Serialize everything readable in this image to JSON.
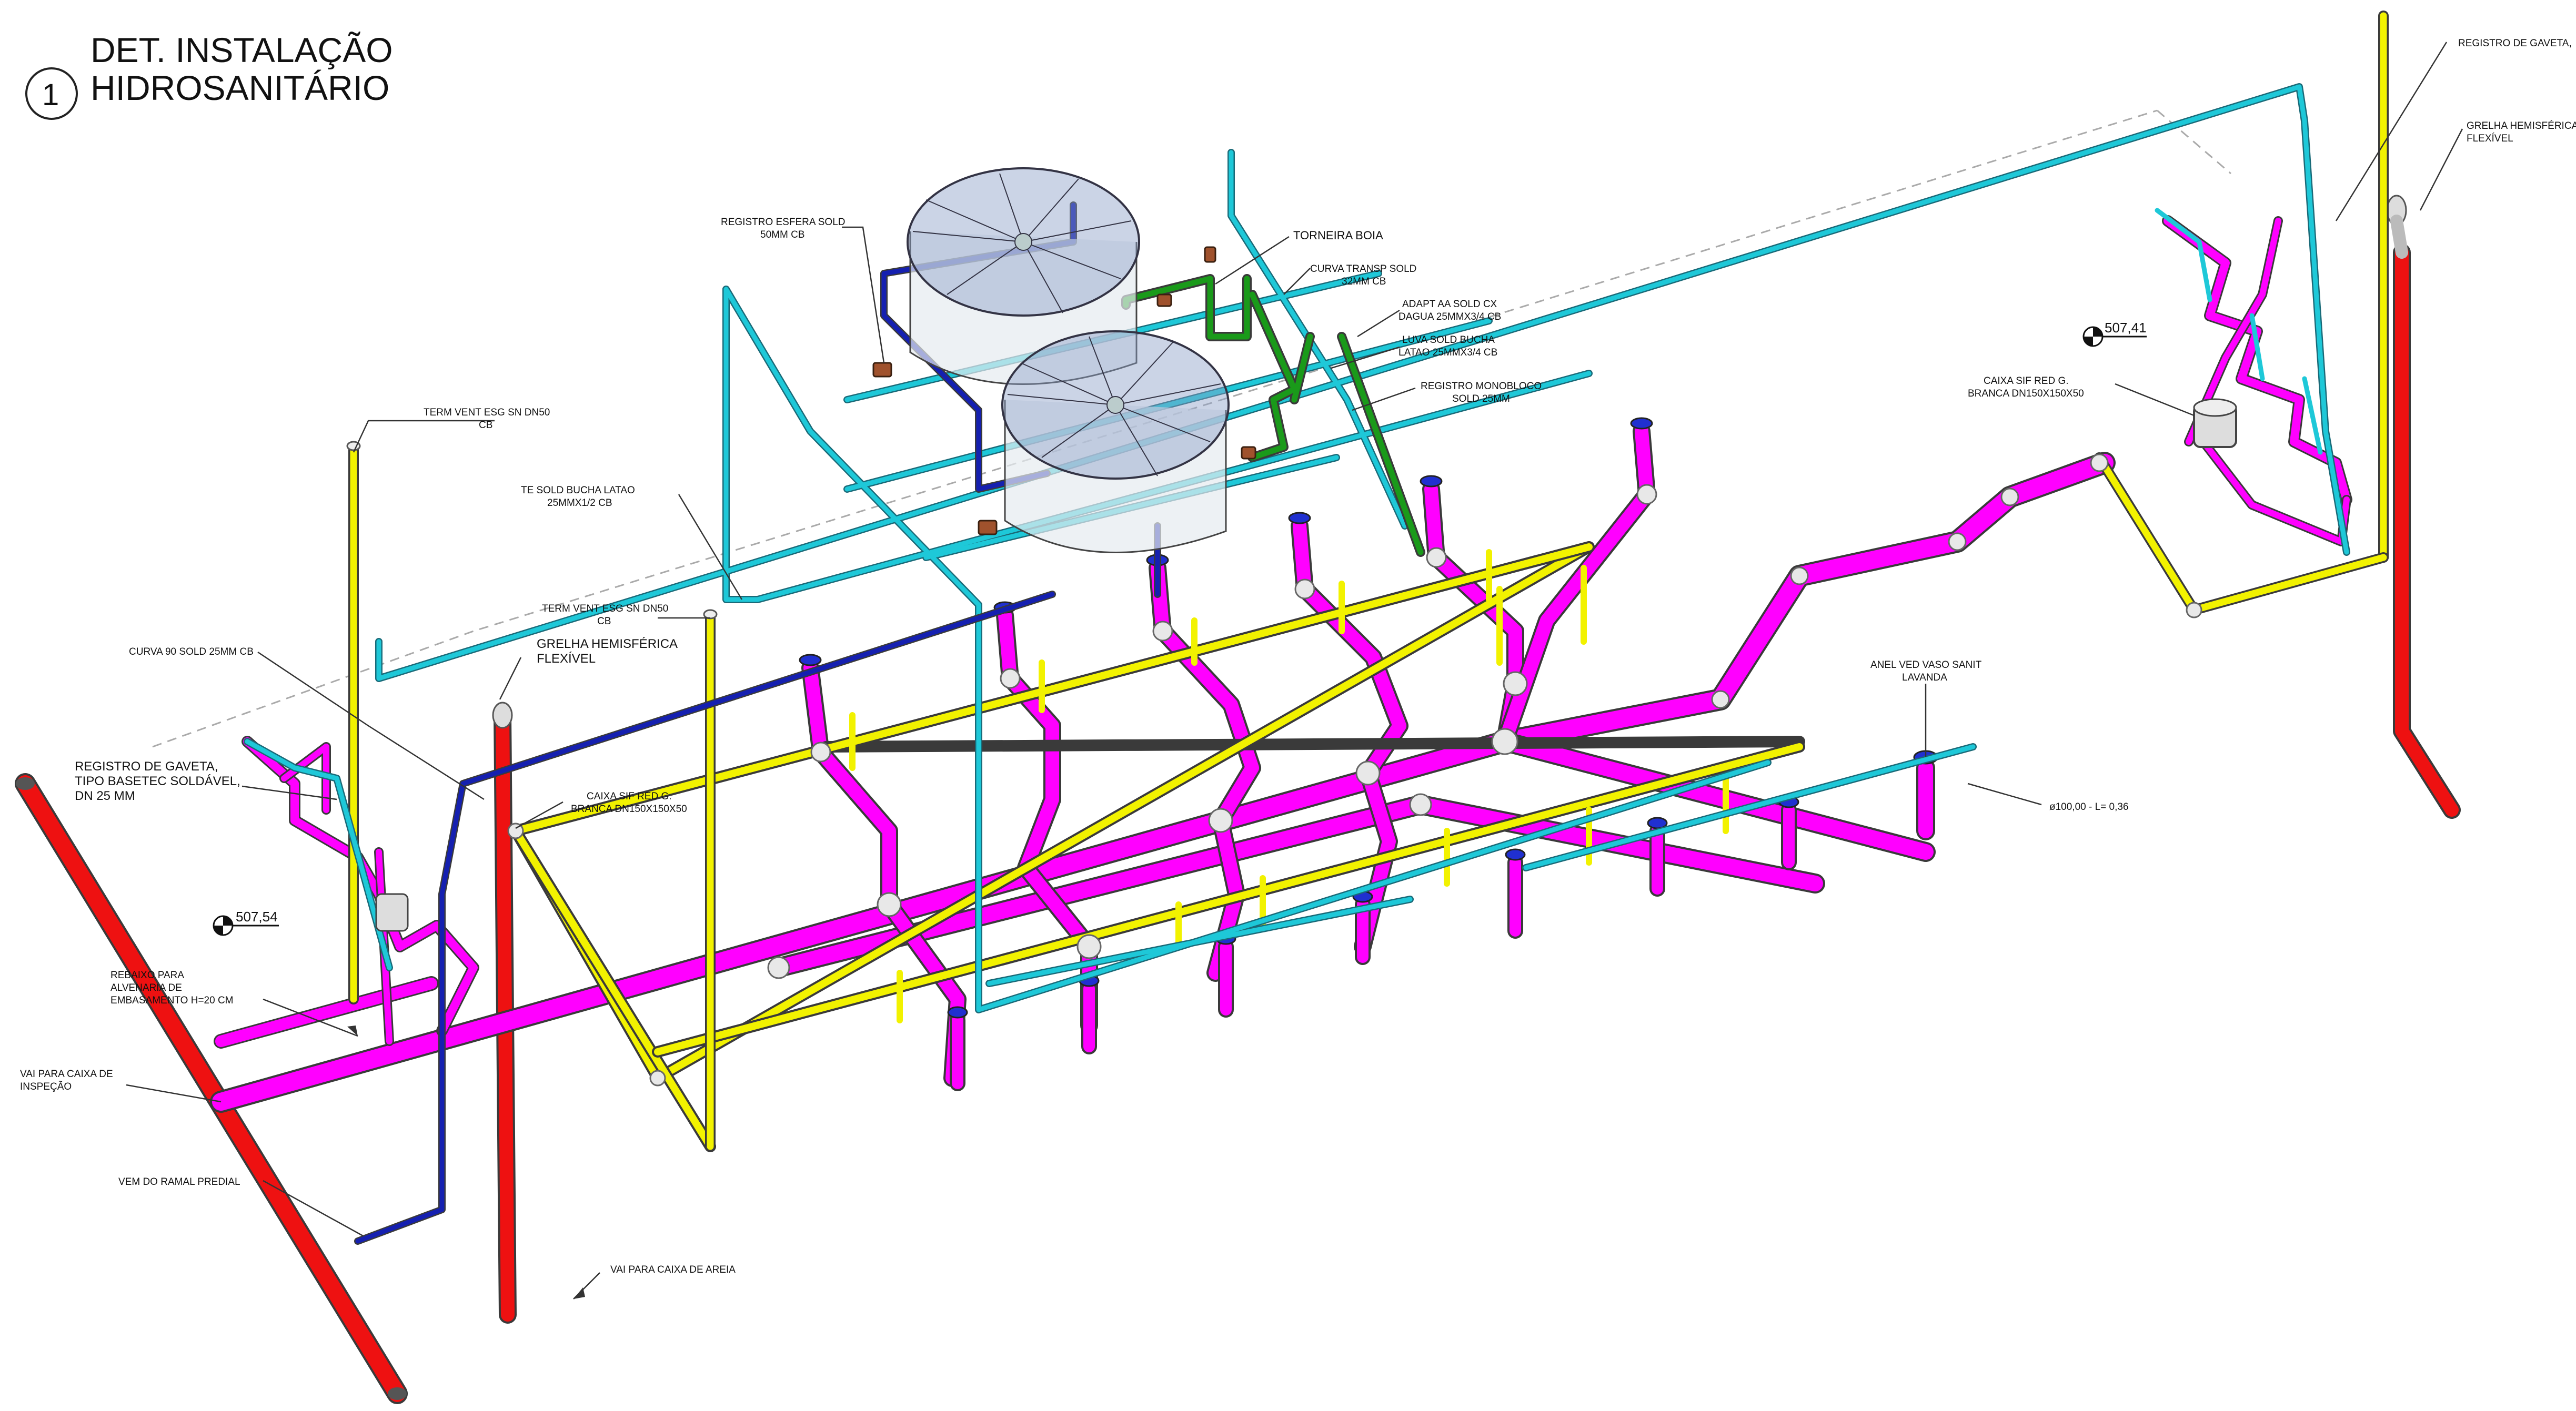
{
  "title": {
    "number": "1",
    "line1": "DET. INSTALAÇÃO",
    "line2": "HIDROSANITÁRIO"
  },
  "levels": [
    {
      "id": "level-left",
      "value": "507,54"
    },
    {
      "id": "level-right",
      "value": "507,41"
    }
  ],
  "labels": {
    "registro_esfera": [
      "REGISTRO ESFERA SOLD",
      "50MM CB"
    ],
    "torneira_boia": [
      "TORNEIRA BOIA"
    ],
    "curva_transp": [
      "CURVA TRANSP SOLD",
      "32MM CB"
    ],
    "adapt_aa": [
      "ADAPT AA SOLD CX",
      "DAGUA 25MMX3/4 CB"
    ],
    "luva_sold": [
      "LUVA SOLD BUCHA",
      "LATAO 25MMX3/4 CB"
    ],
    "registro_monobloco": [
      "REGISTRO MONOBLOCO",
      "SOLD 25MM"
    ],
    "term_vent_1": [
      "TERM VENT ESG SN DN50",
      "CB"
    ],
    "te_sold": [
      "TE SOLD BUCHA LATAO",
      "25MMX1/2 CB"
    ],
    "term_vent_2": [
      "TERM VENT ESG SN DN50",
      "CB"
    ],
    "curva_90": [
      "CURVA 90 SOLD 25MM CB"
    ],
    "grelha_left": [
      "GRELHA HEMISFÉRICA",
      "FLEXÍVEL"
    ],
    "registro_gaveta_left": [
      "REGISTRO DE GAVETA,",
      "TIPO BASETEC SOLDÁVEL,",
      "DN 25 MM"
    ],
    "caixa_sif_left": [
      "CAIXA SIF RED G.",
      "BRANCA DN150X150X50"
    ],
    "rebaixo": [
      "REBAIXO PARA",
      "ALVENARIA DE",
      "EMBASAMENTO H=20 CM"
    ],
    "vai_caixa_inspecao": [
      "VAI PARA  CAIXA DE",
      "INSPEÇÃO"
    ],
    "vem_ramal": [
      "VEM DO RAMAL PREDIAL"
    ],
    "vai_caixa_areia": [
      "VAI PARA CAIXA DE AREIA"
    ],
    "anel_ved": [
      "ANEL VED VASO SANIT",
      "LAVANDA"
    ],
    "diam": [
      "ø100,00 -  L= 0,36"
    ],
    "registro_gaveta_right": [
      "REGISTRO DE GAVETA,"
    ],
    "grelha_right": [
      "GRELHA HEMISFÉRICA",
      "FLEXÍVEL"
    ],
    "caixa_sif_right": [
      "CAIXA SIF RED G.",
      "BRANCA DN150X150X50"
    ]
  },
  "colors": {
    "magenta": "#ff00ff",
    "cyan": "#1ec8d8",
    "yellow": "#f2f200",
    "red": "#ee1111",
    "blue": "#1520b0",
    "green": "#1a9a1a"
  }
}
